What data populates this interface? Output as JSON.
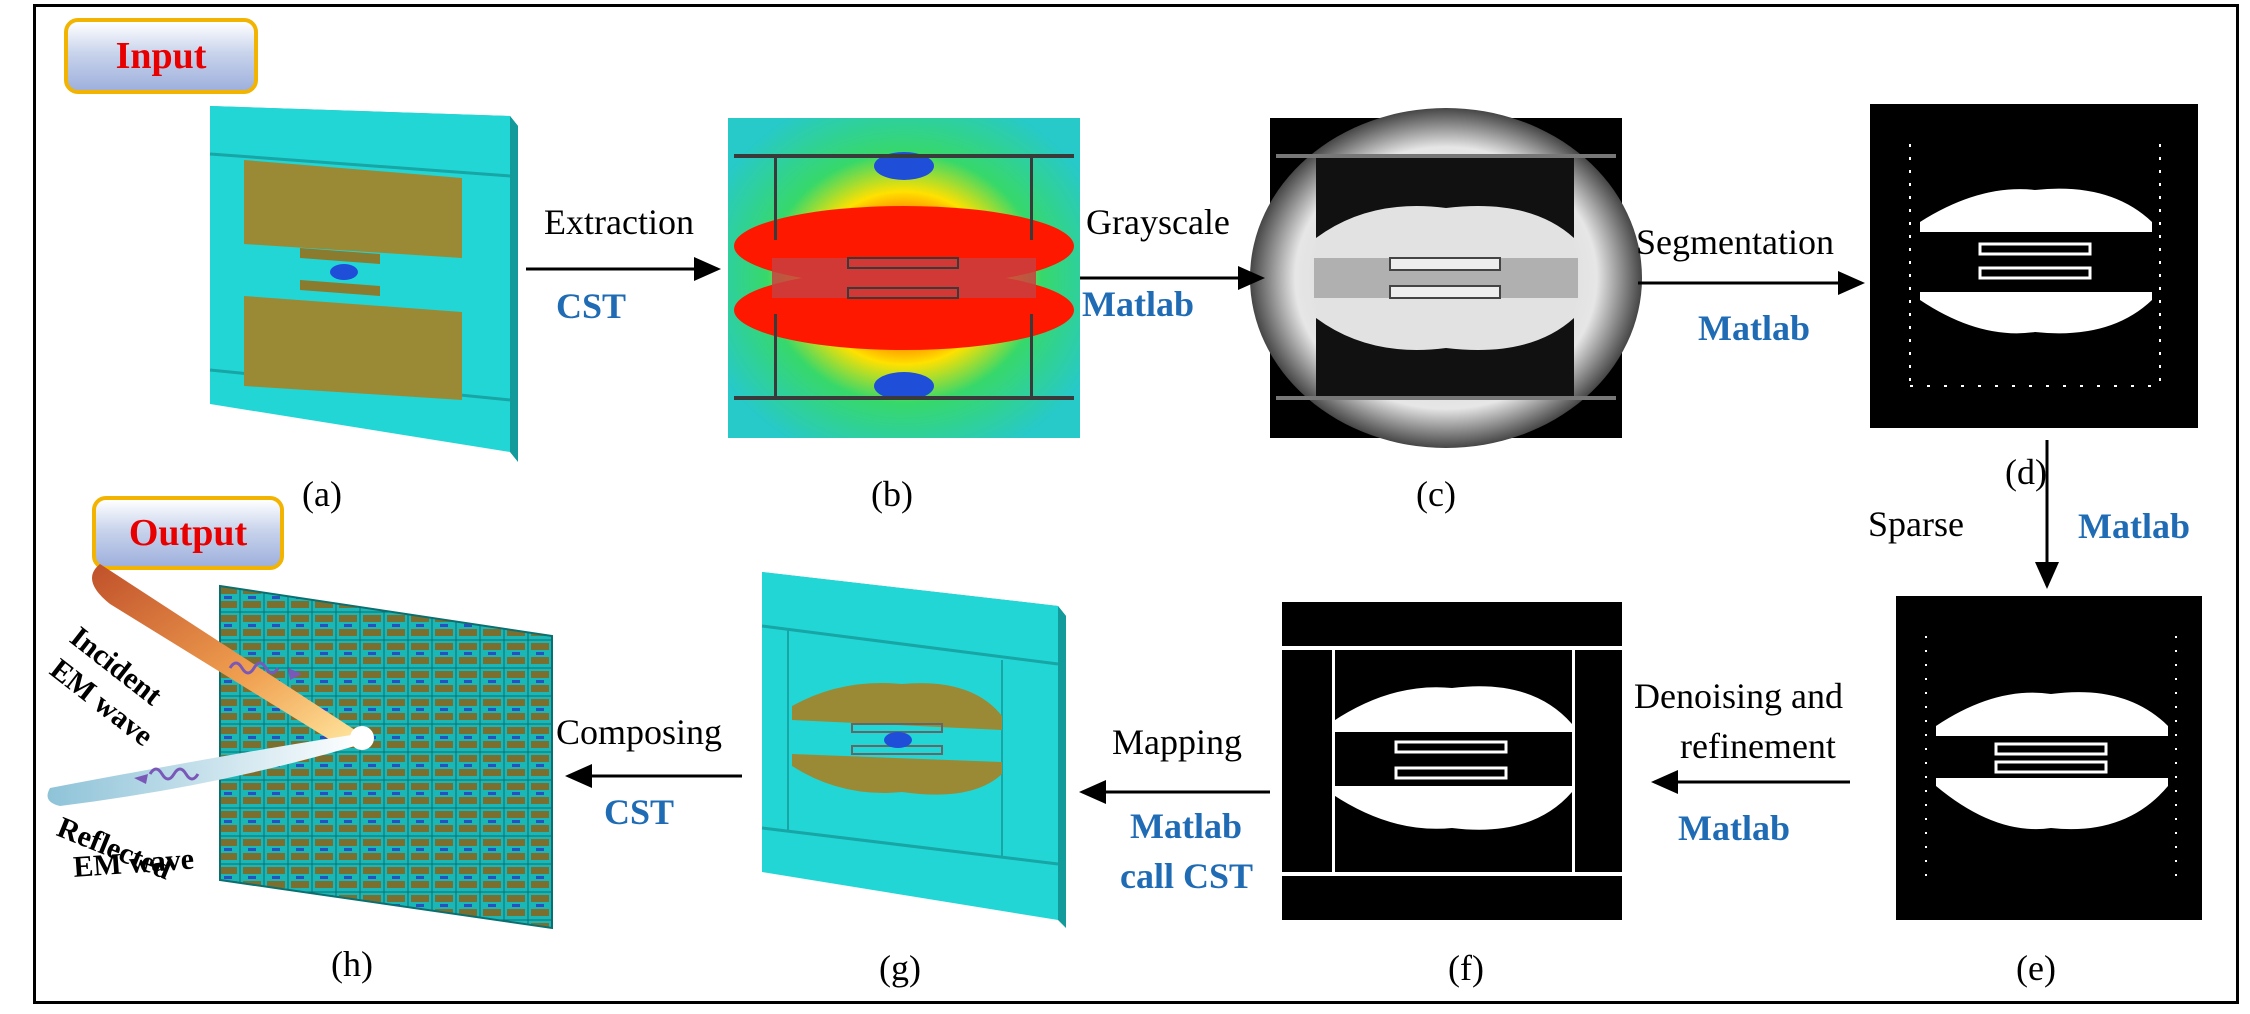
{
  "badges": {
    "input": "Input",
    "output": "Output"
  },
  "captions": {
    "a": "(a)",
    "b": "(b)",
    "c": "(c)",
    "d": "(d)",
    "e": "(e)",
    "f": "(f)",
    "g": "(g)",
    "h": "(h)"
  },
  "steps": {
    "ab": {
      "action": "Extraction",
      "tool": "CST"
    },
    "bc": {
      "action": "Grayscale",
      "tool": "Matlab"
    },
    "cd": {
      "action": "Segmentation",
      "tool": "Matlab"
    },
    "de": {
      "action": "Sparse",
      "tool": "Matlab"
    },
    "ef": {
      "action_line1": "Denoising and",
      "action_line2": "refinement",
      "tool": "Matlab"
    },
    "fg": {
      "action": "Mapping",
      "tool_line1": "Matlab",
      "tool_line2": "call CST"
    },
    "gh": {
      "action": "Composing",
      "tool": "CST"
    }
  },
  "wave_labels": {
    "incident_1": "Incident",
    "incident_2": "EM wave",
    "reflected_1": "Reflected",
    "reflected_2": "EM wave"
  },
  "colors": {
    "tool_text": "#1f6cb5",
    "badge_text": "#e80000",
    "badge_border": "#f2b400",
    "substrate": "#22d6d6",
    "metal": "#9a8a35"
  }
}
